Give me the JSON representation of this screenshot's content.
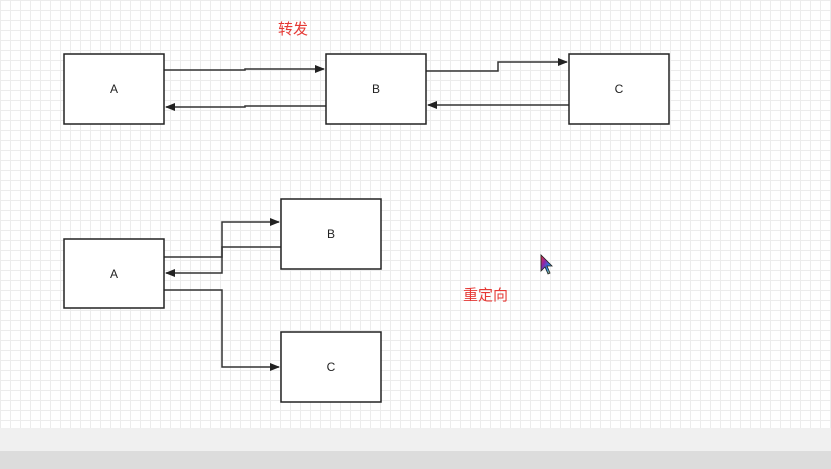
{
  "annotations": {
    "forward_label": "转发",
    "redirect_label": "重定向"
  },
  "colors": {
    "annotation": "#e53935",
    "grid": "#ececec",
    "node_stroke": "#222222",
    "edge": "#333333"
  },
  "forward_diagram": {
    "nodes": [
      {
        "id": "A",
        "label": "A"
      },
      {
        "id": "B",
        "label": "B"
      },
      {
        "id": "C",
        "label": "C"
      }
    ],
    "edges": [
      {
        "from": "A",
        "to": "B"
      },
      {
        "from": "B",
        "to": "A"
      },
      {
        "from": "B",
        "to": "C"
      },
      {
        "from": "C",
        "to": "B"
      }
    ]
  },
  "redirect_diagram": {
    "nodes": [
      {
        "id": "A",
        "label": "A"
      },
      {
        "id": "B",
        "label": "B"
      },
      {
        "id": "C",
        "label": "C"
      }
    ],
    "edges": [
      {
        "from": "A",
        "to": "B"
      },
      {
        "from": "B",
        "to": "A"
      },
      {
        "from": "A",
        "to": "C"
      }
    ]
  },
  "cursor": {
    "icon": "mouse-pointer-icon"
  }
}
